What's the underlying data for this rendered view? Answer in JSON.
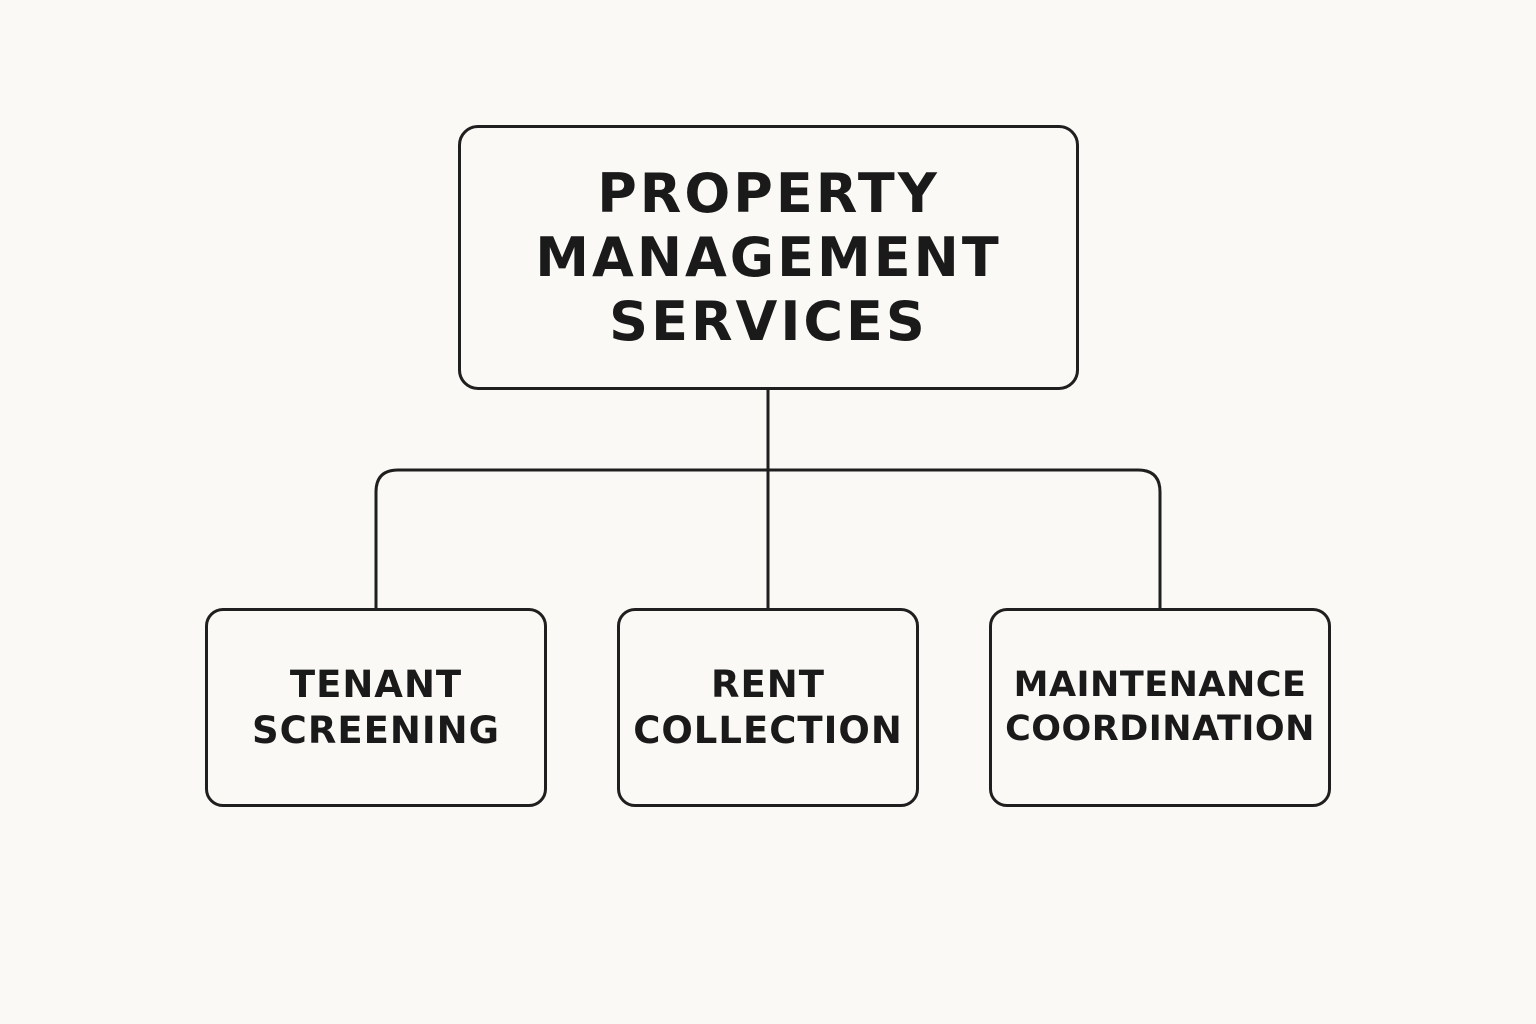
{
  "colors": {
    "background": "#faf9f5",
    "stroke": "#1f1f1f",
    "text": "#1a1a1a"
  },
  "root": {
    "lines": [
      "PROPERTY",
      "MANAGEMENT",
      "SERVICES"
    ]
  },
  "children": [
    {
      "id": "tenant-screening",
      "lines": [
        "TENANT",
        "SCREENING"
      ]
    },
    {
      "id": "rent-collection",
      "lines": [
        "RENT",
        "COLLECTION"
      ]
    },
    {
      "id": "maintenance-coordination",
      "lines": [
        "MAINTENANCE",
        "COORDINATION"
      ]
    }
  ]
}
